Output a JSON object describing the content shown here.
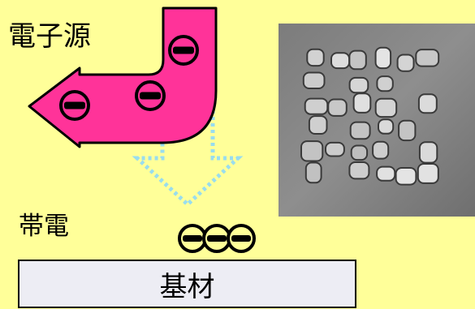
{
  "labels": {
    "source": "電子源",
    "charge": "帯電",
    "substrate": "基材"
  },
  "colors": {
    "background": "#ffff99",
    "arrow_fill": "#ff3399",
    "dotted_arrow": "#99ddee",
    "substrate_fill": "#ededf4",
    "photo_bg": "#8a8a8a"
  },
  "electron_symbol": "minus-sign",
  "counts": {
    "electrons_on_arrow": 3,
    "surface_charges": 3
  }
}
